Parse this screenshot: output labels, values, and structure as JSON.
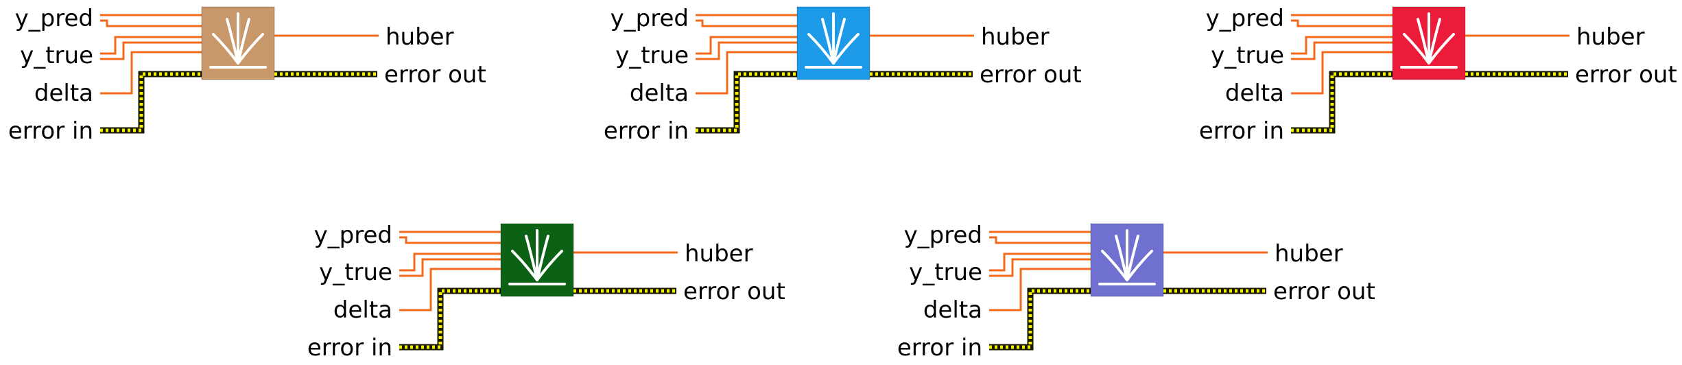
{
  "labels": {
    "input_1": "y_pred",
    "input_2": "y_true",
    "input_3": "delta",
    "input_4": "error in",
    "output_1": "huber",
    "output_2": "error out"
  },
  "nodes": [
    {
      "id": "huber-node-1",
      "color": "#c8976a"
    },
    {
      "id": "huber-node-2",
      "color": "#1e9be8"
    },
    {
      "id": "huber-node-3",
      "color": "#ed1b3a"
    },
    {
      "id": "huber-node-4",
      "color": "#0b6114"
    },
    {
      "id": "huber-node-5",
      "color": "#7070d0"
    }
  ],
  "colors": {
    "numeric_wire": "#f26b1d",
    "error_wire": "#f2f200",
    "error_wire_outline": "#1a1a00",
    "icon_glyph": "#ffffff"
  },
  "icon_name": "huber-loss-icon"
}
